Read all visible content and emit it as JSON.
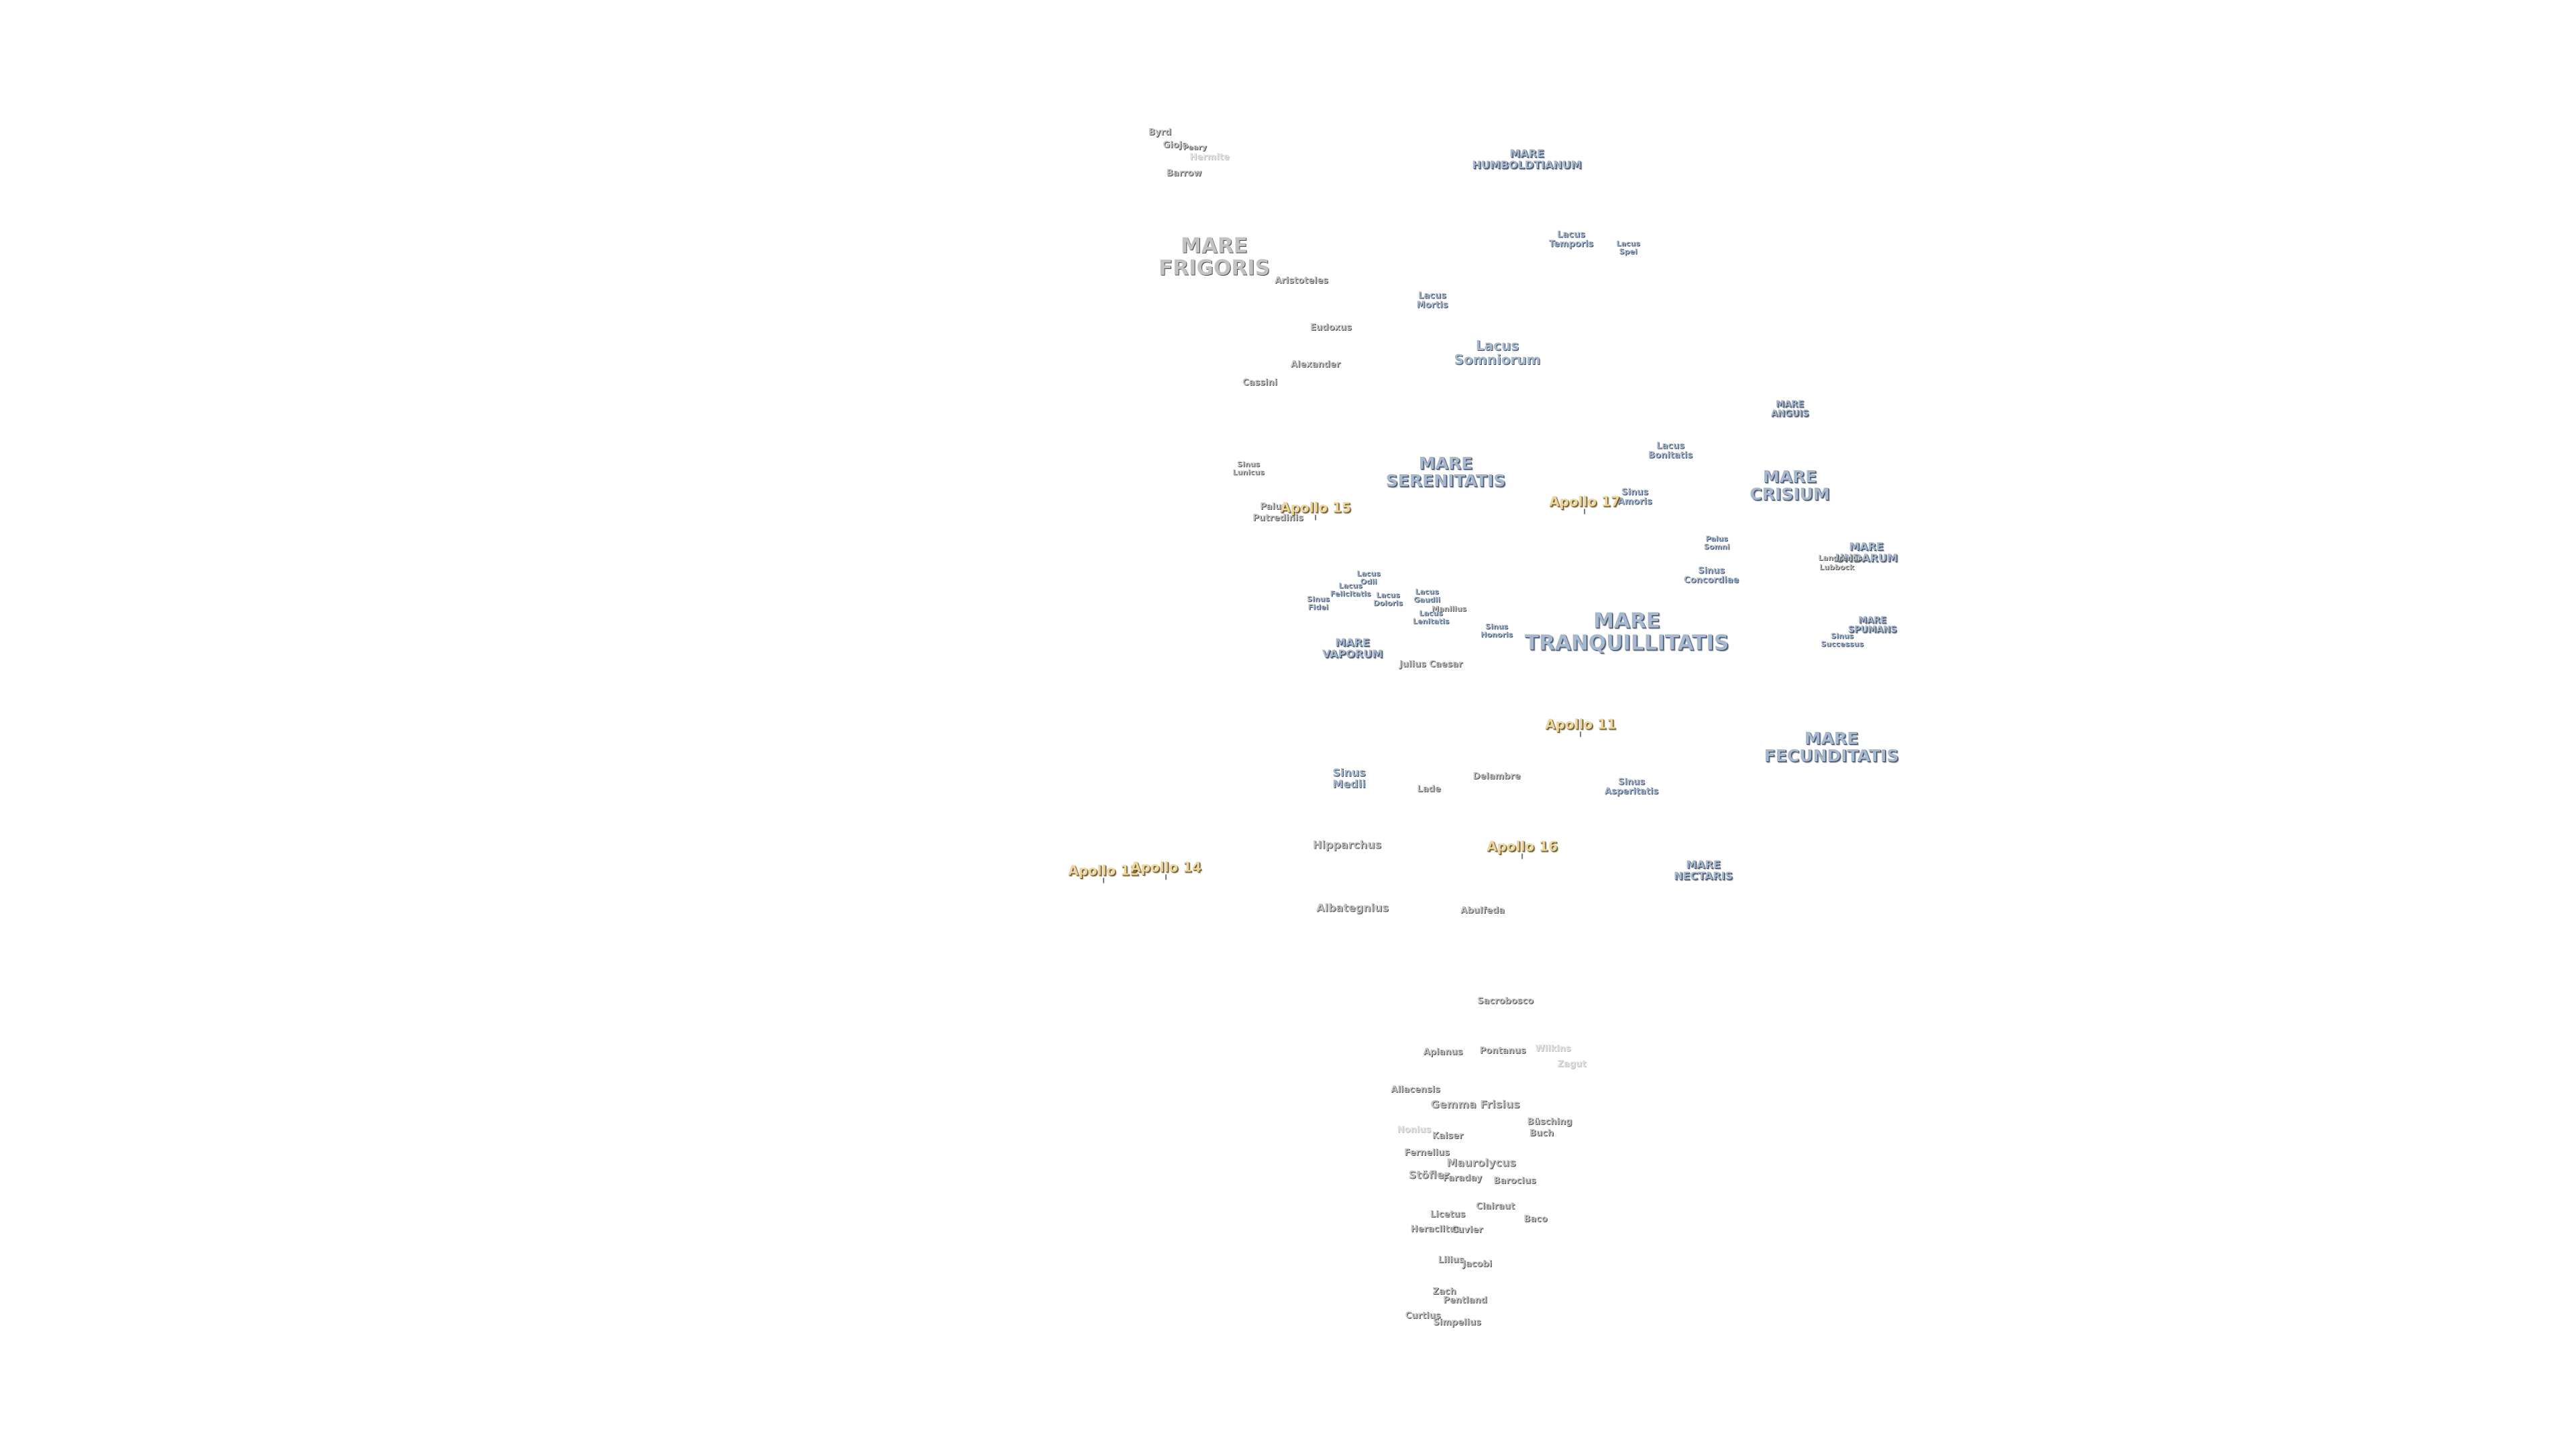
{
  "maria": {
    "humboldtianum": [
      "MARE",
      "HUMBOLDTIANUM"
    ],
    "frigoris": [
      "MARE",
      "FRIGORIS"
    ],
    "serenitatis": [
      "MARE",
      "SERENITATIS"
    ],
    "anguis": [
      "MARE",
      "ANGUIS"
    ],
    "crisium": [
      "MARE",
      "CRISIUM"
    ],
    "undarum": [
      "MARE",
      "UNDARUM"
    ],
    "spumans": [
      "MARE",
      "SPUMANS"
    ],
    "tranquillitatis": [
      "MARE",
      "TRANQUILLITATIS"
    ],
    "vaporum": [
      "MARE",
      "VAPORUM"
    ],
    "fecunditatis": [
      "MARE",
      "FECUNDITATIS"
    ],
    "nectaris": [
      "MARE",
      "NECTARIS"
    ]
  },
  "lacus_sinus": {
    "temporis": [
      "Lacus",
      "Temporis"
    ],
    "spei": [
      "Lacus",
      "Spei"
    ],
    "mortis": [
      "Lacus",
      "Mortis"
    ],
    "somniorum": [
      "Lacus",
      "Somniorum"
    ],
    "bonitatis": [
      "Lacus",
      "Bonitatis"
    ],
    "sinus_amoris": [
      "Sinus",
      "Amoris"
    ],
    "sinus_lunicus": [
      "Sinus",
      "Lunicus"
    ],
    "palus_somni": [
      "Palus",
      "Somni"
    ],
    "sinus_concordiae": [
      "Sinus",
      "Concordiae"
    ],
    "lacus_odii": [
      "Lacus",
      "Odii"
    ],
    "lacus_felicitatis": [
      "Lacus",
      "Felicitatis"
    ],
    "sinus_fidei": [
      "Sinus",
      "Fidei"
    ],
    "lacus_doloris": [
      "Lacus",
      "Doloris"
    ],
    "lacus_gaudii": [
      "Lacus",
      "Gaudii"
    ],
    "lacus_lenitatis": [
      "Lacus",
      "Lenitatis"
    ],
    "sinus_honoris": [
      "Sinus",
      "Honoris"
    ],
    "sinus_successus": [
      "Sinus",
      "Successus"
    ],
    "sinus_medii": [
      "Sinus",
      "Medii"
    ],
    "sinus_asperitatis": [
      "Sinus",
      "Asperitatis"
    ],
    "palus_putredinis": "Putredinis",
    "palus_prefix": "Palus"
  },
  "craters": {
    "byrd": "Byrd",
    "gioja": "Gioja",
    "peary": "Peary",
    "hermite": "Hermite",
    "barrow": "Barrow",
    "aristoteles": "Aristoteles",
    "eudoxus": "Eudoxus",
    "alexander": "Alexander",
    "cassini": "Cassini",
    "manilius": "Manilius",
    "julius_caesar": "Julius Caesar",
    "delambre": "Delambre",
    "lade": "Lade",
    "hipparchus": "Hipparchus",
    "albategnius": "Albategnius",
    "abulfeda": "Abulfeda",
    "langrenus": "Langrenus",
    "lubbock": "Lubbock",
    "sacrobosco": "Sacrobosco",
    "apianus": "Apianus",
    "pontanus": "Pontanus",
    "wilkins": "Wilkins",
    "zagut": "Zagut",
    "aliacensis": "Aliacensis",
    "gemma_frisius": "Gemma Frisius",
    "nonius": "Nonius",
    "kaiser": "Kaiser",
    "buch": "Buch",
    "busching": "Büsching",
    "fernelius": "Fernelius",
    "maurolycus": "Maurolycus",
    "stofler": "Stöfler",
    "faraday": "Faraday",
    "barocius": "Barocius",
    "clairaut": "Clairaut",
    "licetus": "Licetus",
    "heraclitus": "Heraclitus",
    "cuvier": "Cuvier",
    "baco": "Baco",
    "lilius": "Lilius",
    "jacobi": "Jacobi",
    "zach": "Zach",
    "pentland": "Pentland",
    "curtius": "Curtius",
    "simpelius": "Simpelius"
  },
  "apollo": {
    "a15": "Apollo 15",
    "a17": "Apollo 17",
    "a11": "Apollo 11",
    "a16": "Apollo 16",
    "a12": "Apollo 12",
    "a14": "Apollo 14"
  }
}
